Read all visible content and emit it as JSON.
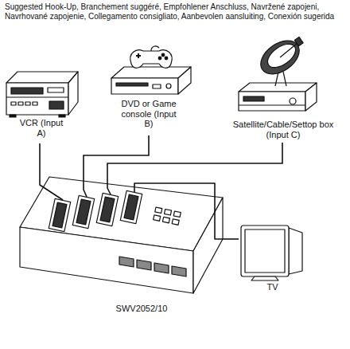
{
  "diagram": {
    "title": "Suggested Hook-Up, Branchement suggéré, Empfohlener Anschluss, Navržené zapojeni, Navrhované zapojenie, Collegamento consigliato, Aanbevolen aansluiting, Conexión sugerida",
    "nodes": [
      {
        "text": [
          "VCR (Input A)"
        ]
      },
      {
        "text": [
          "DVD or Game console (Input B)"
        ]
      },
      {
        "text": [
          "Satellite/Cable/Settop box (Input C)"
        ]
      },
      {
        "text": [
          "SWV2052/10"
        ]
      },
      {
        "text": [
          "TV"
        ]
      }
    ],
    "edges": [
      {
        "from": 0,
        "to": 3,
        "arrow": "none"
      },
      {
        "from": 1,
        "to": 3,
        "arrow": "none"
      },
      {
        "from": 2,
        "to": 3,
        "arrow": "none"
      },
      {
        "from": 3,
        "to": 4,
        "arrow": "none"
      }
    ]
  }
}
